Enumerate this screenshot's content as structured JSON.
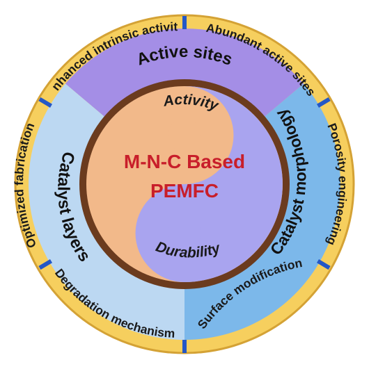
{
  "center": {
    "title_line1": "M-N-C Based",
    "title_line2": "PEMFC",
    "top_word": "Activity",
    "bottom_word": "Durability"
  },
  "middle_ring": {
    "top": "Active sites",
    "right": "Catalyst morphology",
    "left": "Catalyst layers"
  },
  "outer_ring": [
    "Enhanced intrinsic activity",
    "Abundant active sites",
    "Porosity engineering",
    "Surface modification",
    "Degradation mechanisms",
    "Optimized fabrication"
  ],
  "colors": {
    "outer_ring": "#f6cf5e",
    "outer_ring_edge": "#d4a235",
    "divider": "#2457c6",
    "top_sector": "#a48ee6",
    "right_sector": "#7cb8ea",
    "left_sector": "#bcd8f2",
    "core_brown_ring": "#6b3b1e",
    "core_orange": "#f2b98a",
    "core_lavender": "#a9a4ef",
    "title_red": "#c81e2a"
  }
}
